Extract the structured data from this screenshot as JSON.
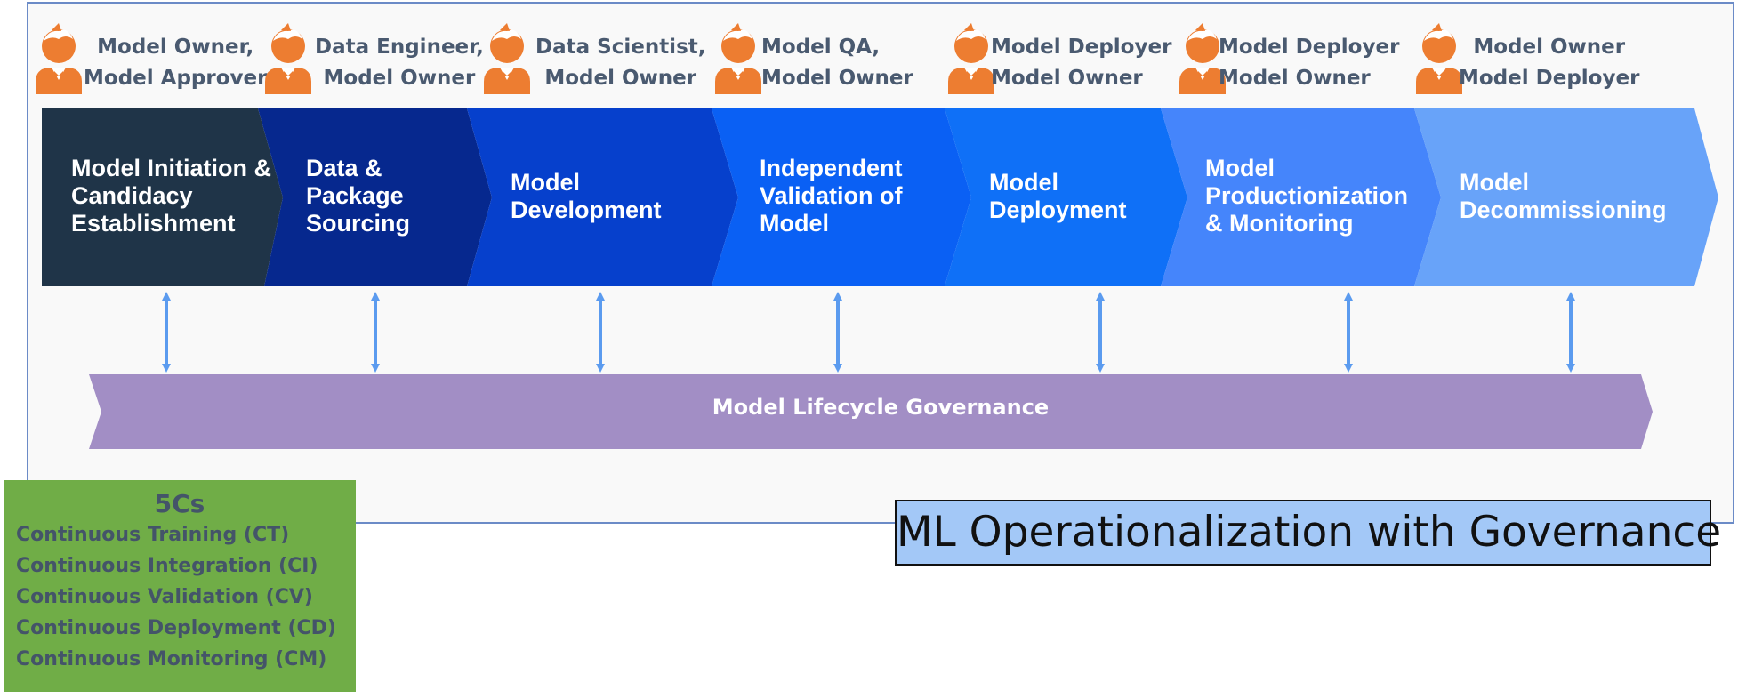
{
  "roles": [
    {
      "line1": "Model Owner,",
      "line2": "Model Approver"
    },
    {
      "line1": "Data Engineer,",
      "line2": "Model Owner"
    },
    {
      "line1": "Data Scientist,",
      "line2": "Model Owner"
    },
    {
      "line1": "Model QA,",
      "line2": "Model Owner"
    },
    {
      "line1": "Model Deployer",
      "line2": "Model Owner"
    },
    {
      "line1": "Model Deployer",
      "line2": "Model Owner"
    },
    {
      "line1": "Model Owner",
      "line2": "Model Deployer"
    }
  ],
  "stages": [
    {
      "label": "Model Initiation &\nCandidacy\nEstablishment",
      "color": "#1f3448"
    },
    {
      "label": "Data &\nPackage\nSourcing",
      "color": "#06288e"
    },
    {
      "label": "Model\nDevelopment",
      "color": "#0640cc"
    },
    {
      "label": "Independent\nValidation of\nModel",
      "color": "#0a60f4"
    },
    {
      "label": "Model\nDeployment",
      "color": "#0f70f7"
    },
    {
      "label": "Model\nProductionization\n& Monitoring",
      "color": "#4585fb"
    },
    {
      "label": "Model\nDecommissioning",
      "color": "#68a3f9"
    }
  ],
  "governance": {
    "label": "Model Lifecycle Governance",
    "color": "#a28ec5"
  },
  "arrow_color": "#5b9bef",
  "icon_color": "#ed7d31",
  "five_cs": {
    "title": "5Cs",
    "items": [
      "Continuous Training (CT)",
      "Continuous Integration (CI)",
      "Continuous Validation (CV)",
      "Continuous Deployment (CD)",
      "Continuous Monitoring (CM)"
    ]
  },
  "caption": "ML Operationalization with Governance"
}
